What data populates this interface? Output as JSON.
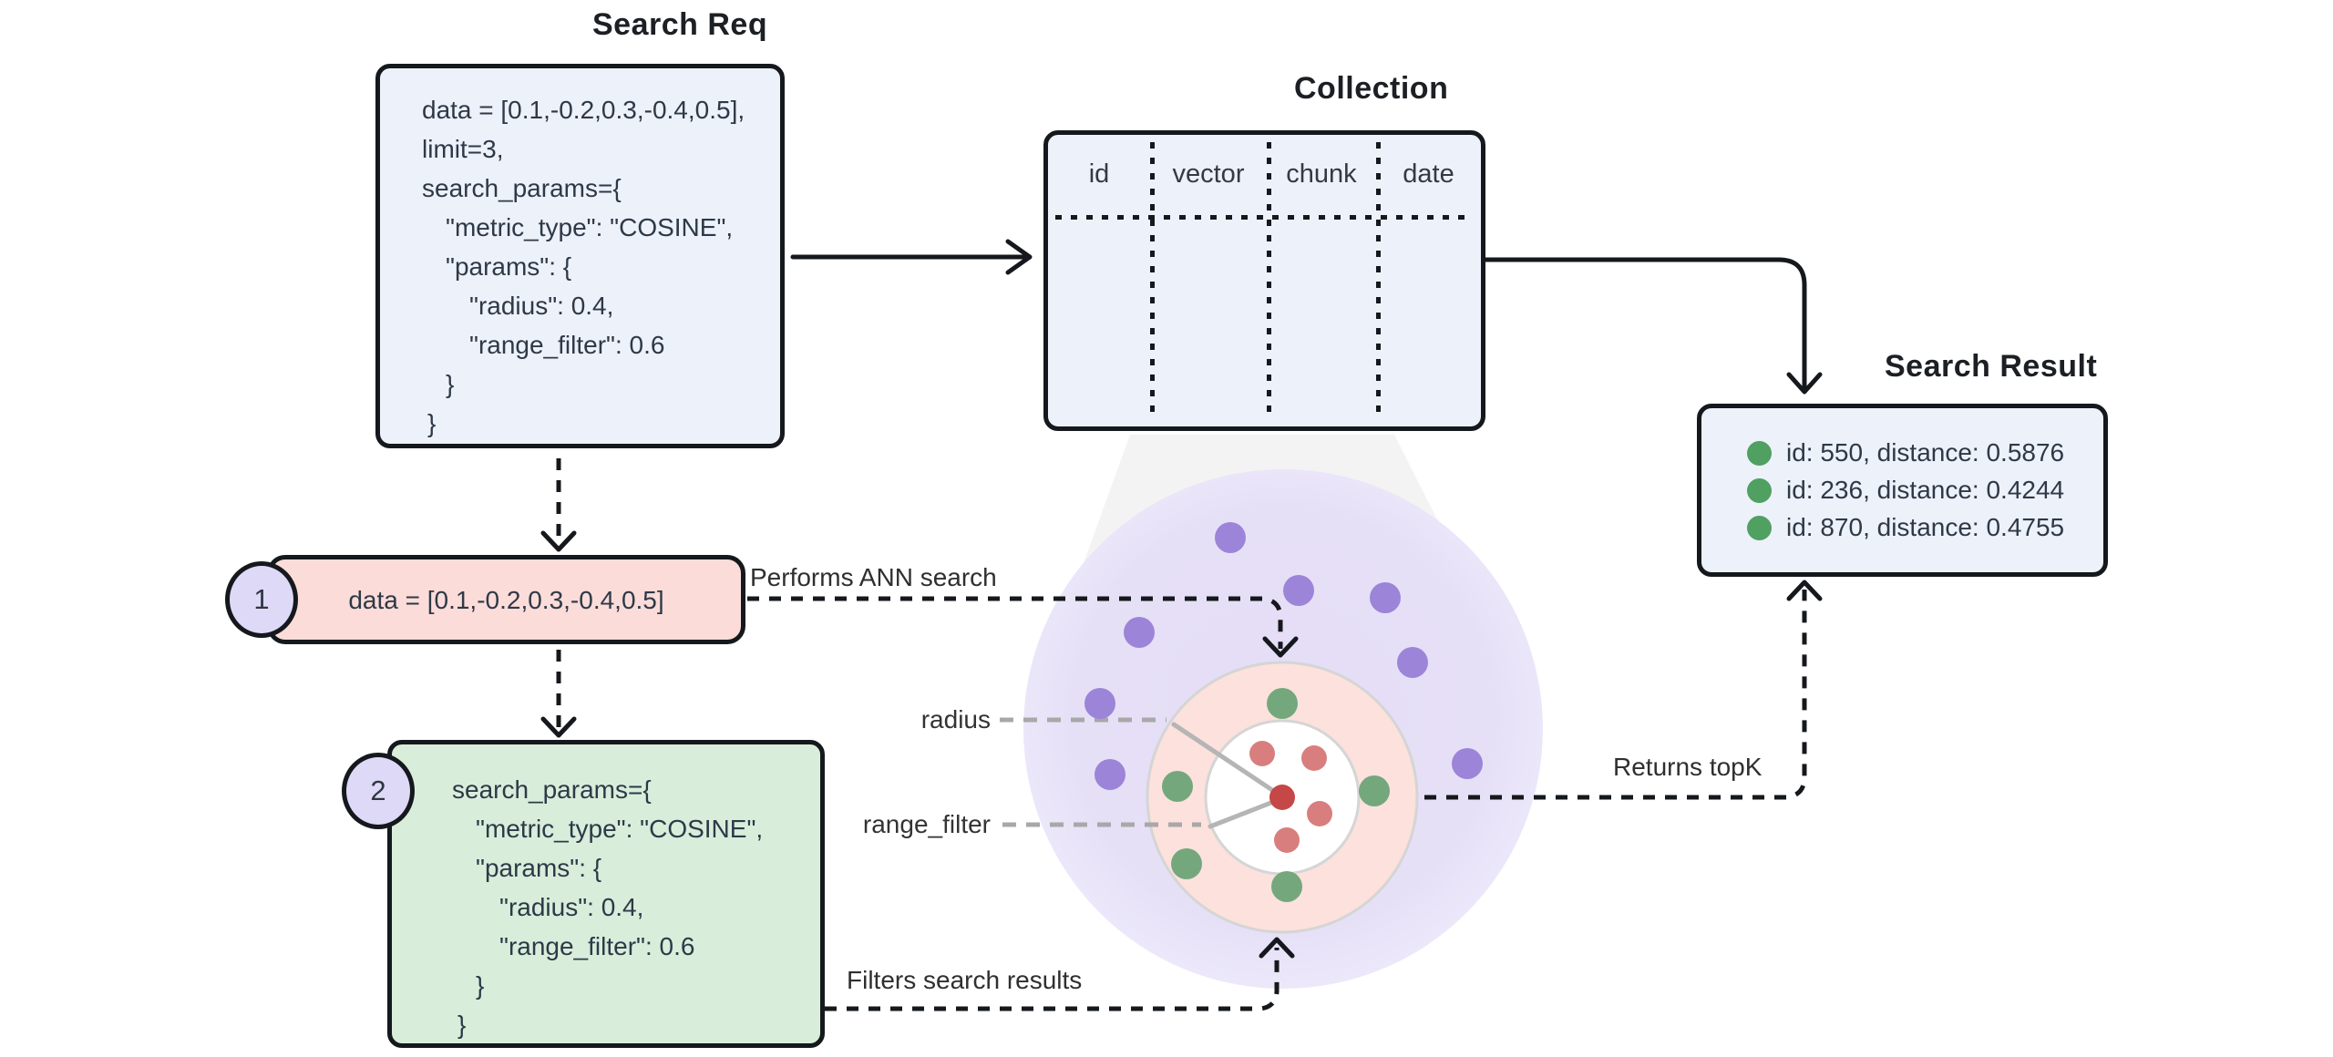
{
  "titles": {
    "search_req": "Search Req",
    "collection": "Collection",
    "search_result": "Search Result"
  },
  "search_req": {
    "code_lines": [
      "data = [0.1,-0.2,0.3,-0.4,0.5],",
      "limit=3,",
      "search_params={",
      "\"metric_type\": \"COSINE\",",
      "\"params\": {",
      "\"radius\": 0.4,",
      "\"range_filter\": 0.6",
      "}",
      "}"
    ]
  },
  "step1": {
    "badge": "1",
    "text": "data = [0.1,-0.2,0.3,-0.4,0.5]"
  },
  "step2": {
    "badge": "2",
    "code_lines": [
      "search_params={",
      "\"metric_type\": \"COSINE\",",
      "\"params\": {",
      "\"radius\": 0.4,",
      "\"range_filter\": 0.6",
      "}",
      "}"
    ]
  },
  "collection": {
    "columns": [
      "id",
      "vector",
      "chunk",
      "date"
    ]
  },
  "search_result": {
    "items": [
      "id: 550, distance: 0.5876",
      "id: 236, distance: 0.4244",
      "id: 870, distance: 0.4755"
    ]
  },
  "annotations": {
    "performs": "Performs ANN search",
    "filters": "Filters search results",
    "returns": "Returns topK",
    "radius": "radius",
    "range_filter": "range_filter"
  },
  "colors": {
    "box_blue": "#edf1fa",
    "pill_pink": "#fbdcd9",
    "box_green": "#d8eedb",
    "badge_lavender": "#ded9f7",
    "big_circle": "#e5def6",
    "ring_pink": "#fce1dd",
    "result_bullet_green": "#4fa061",
    "outline": "#15181c"
  },
  "scatter": [
    {
      "name": "collection-vector-dot",
      "color": "#9c84d8",
      "r": 17,
      "points": [
        [
          1350,
          590
        ],
        [
          1425,
          648
        ],
        [
          1520,
          656
        ],
        [
          1250,
          694
        ],
        [
          1550,
          727
        ],
        [
          1207,
          772
        ],
        [
          1218,
          850
        ],
        [
          1610,
          838
        ]
      ]
    },
    {
      "name": "range-hit-vector-dot",
      "color": "#74a87c",
      "r": 17,
      "points": [
        [
          1407,
          772
        ],
        [
          1292,
          863
        ],
        [
          1508,
          868
        ],
        [
          1302,
          948
        ],
        [
          1412,
          973
        ]
      ]
    },
    {
      "name": "inner-vector-dot",
      "color": "#d97e7e",
      "r": 14,
      "points": [
        [
          1385,
          827
        ],
        [
          1442,
          832
        ],
        [
          1448,
          893
        ],
        [
          1412,
          922
        ]
      ]
    },
    {
      "name": "query-vector-dot",
      "color": "#c64747",
      "r": 14,
      "points": [
        [
          1407,
          875
        ]
      ]
    }
  ]
}
